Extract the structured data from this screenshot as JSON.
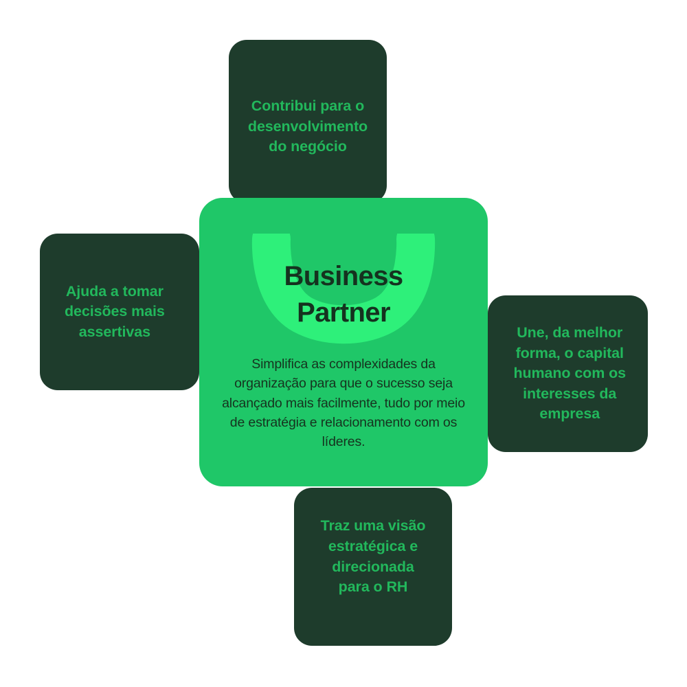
{
  "colors": {
    "page_background": "#FFFFFF",
    "center_card": "#1FC768",
    "satellite_card": "#1E3C2C",
    "satellite_text": "#22B85C",
    "center_title_text": "#15321F",
    "center_body_text": "#16331F",
    "swoosh": "#2EF07A"
  },
  "center": {
    "title": "Business\nPartner",
    "body": "Simplifica as complexidades da organização para que o sucesso seja alcançado mais facilmente, tudo por meio de estratégia e relacionamento com os líderes.",
    "logo_icon": "swoosh-smile-icon"
  },
  "satellites": [
    {
      "position": "top",
      "text": "Contribui para o\ndesenvolvimento\ndo negócio"
    },
    {
      "position": "left",
      "text": "Ajuda a tomar\ndecisões mais\nassertivas"
    },
    {
      "position": "right",
      "text": "Une, da melhor\nforma, o capital\nhumano com os\ninteresses da\nempresa"
    },
    {
      "position": "bottom",
      "text": "Traz uma visão\nestratégica e\ndirecionada\npara o RH"
    }
  ]
}
